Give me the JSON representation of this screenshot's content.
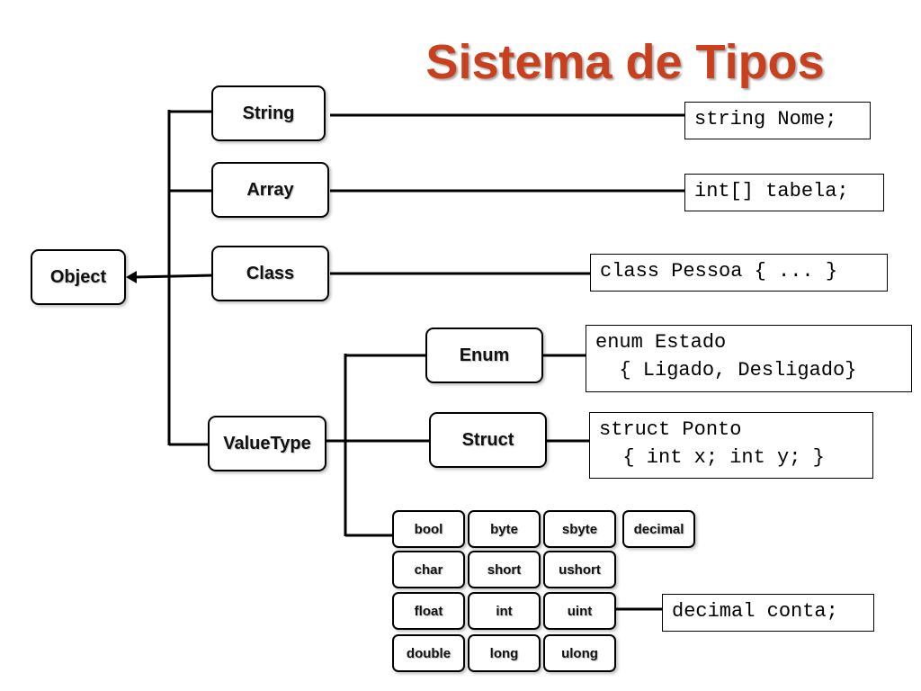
{
  "title": "Sistema de Tipos",
  "nodes": {
    "object": "Object",
    "string": "String",
    "array": "Array",
    "class": "Class",
    "valuetype": "ValueType",
    "enum": "Enum",
    "struct": "Struct"
  },
  "primitives": {
    "bool": "bool",
    "byte": "byte",
    "sbyte": "sbyte",
    "decimal": "decimal",
    "char": "char",
    "short": "short",
    "ushort": "ushort",
    "float": "float",
    "int": "int",
    "uint": "uint",
    "double": "double",
    "long": "long",
    "ulong": "ulong"
  },
  "code": {
    "string": "string Nome;",
    "array": "int[] tabela;",
    "class": "class Pessoa { ... }",
    "enum": "enum Estado\n  { Ligado, Desligado}",
    "struct": "struct Ponto\n  { int x; int y; }",
    "decimal": "decimal conta;"
  },
  "colors": {
    "title": "#c8401e",
    "lines": "#000000",
    "boxes": "#ffffff"
  }
}
